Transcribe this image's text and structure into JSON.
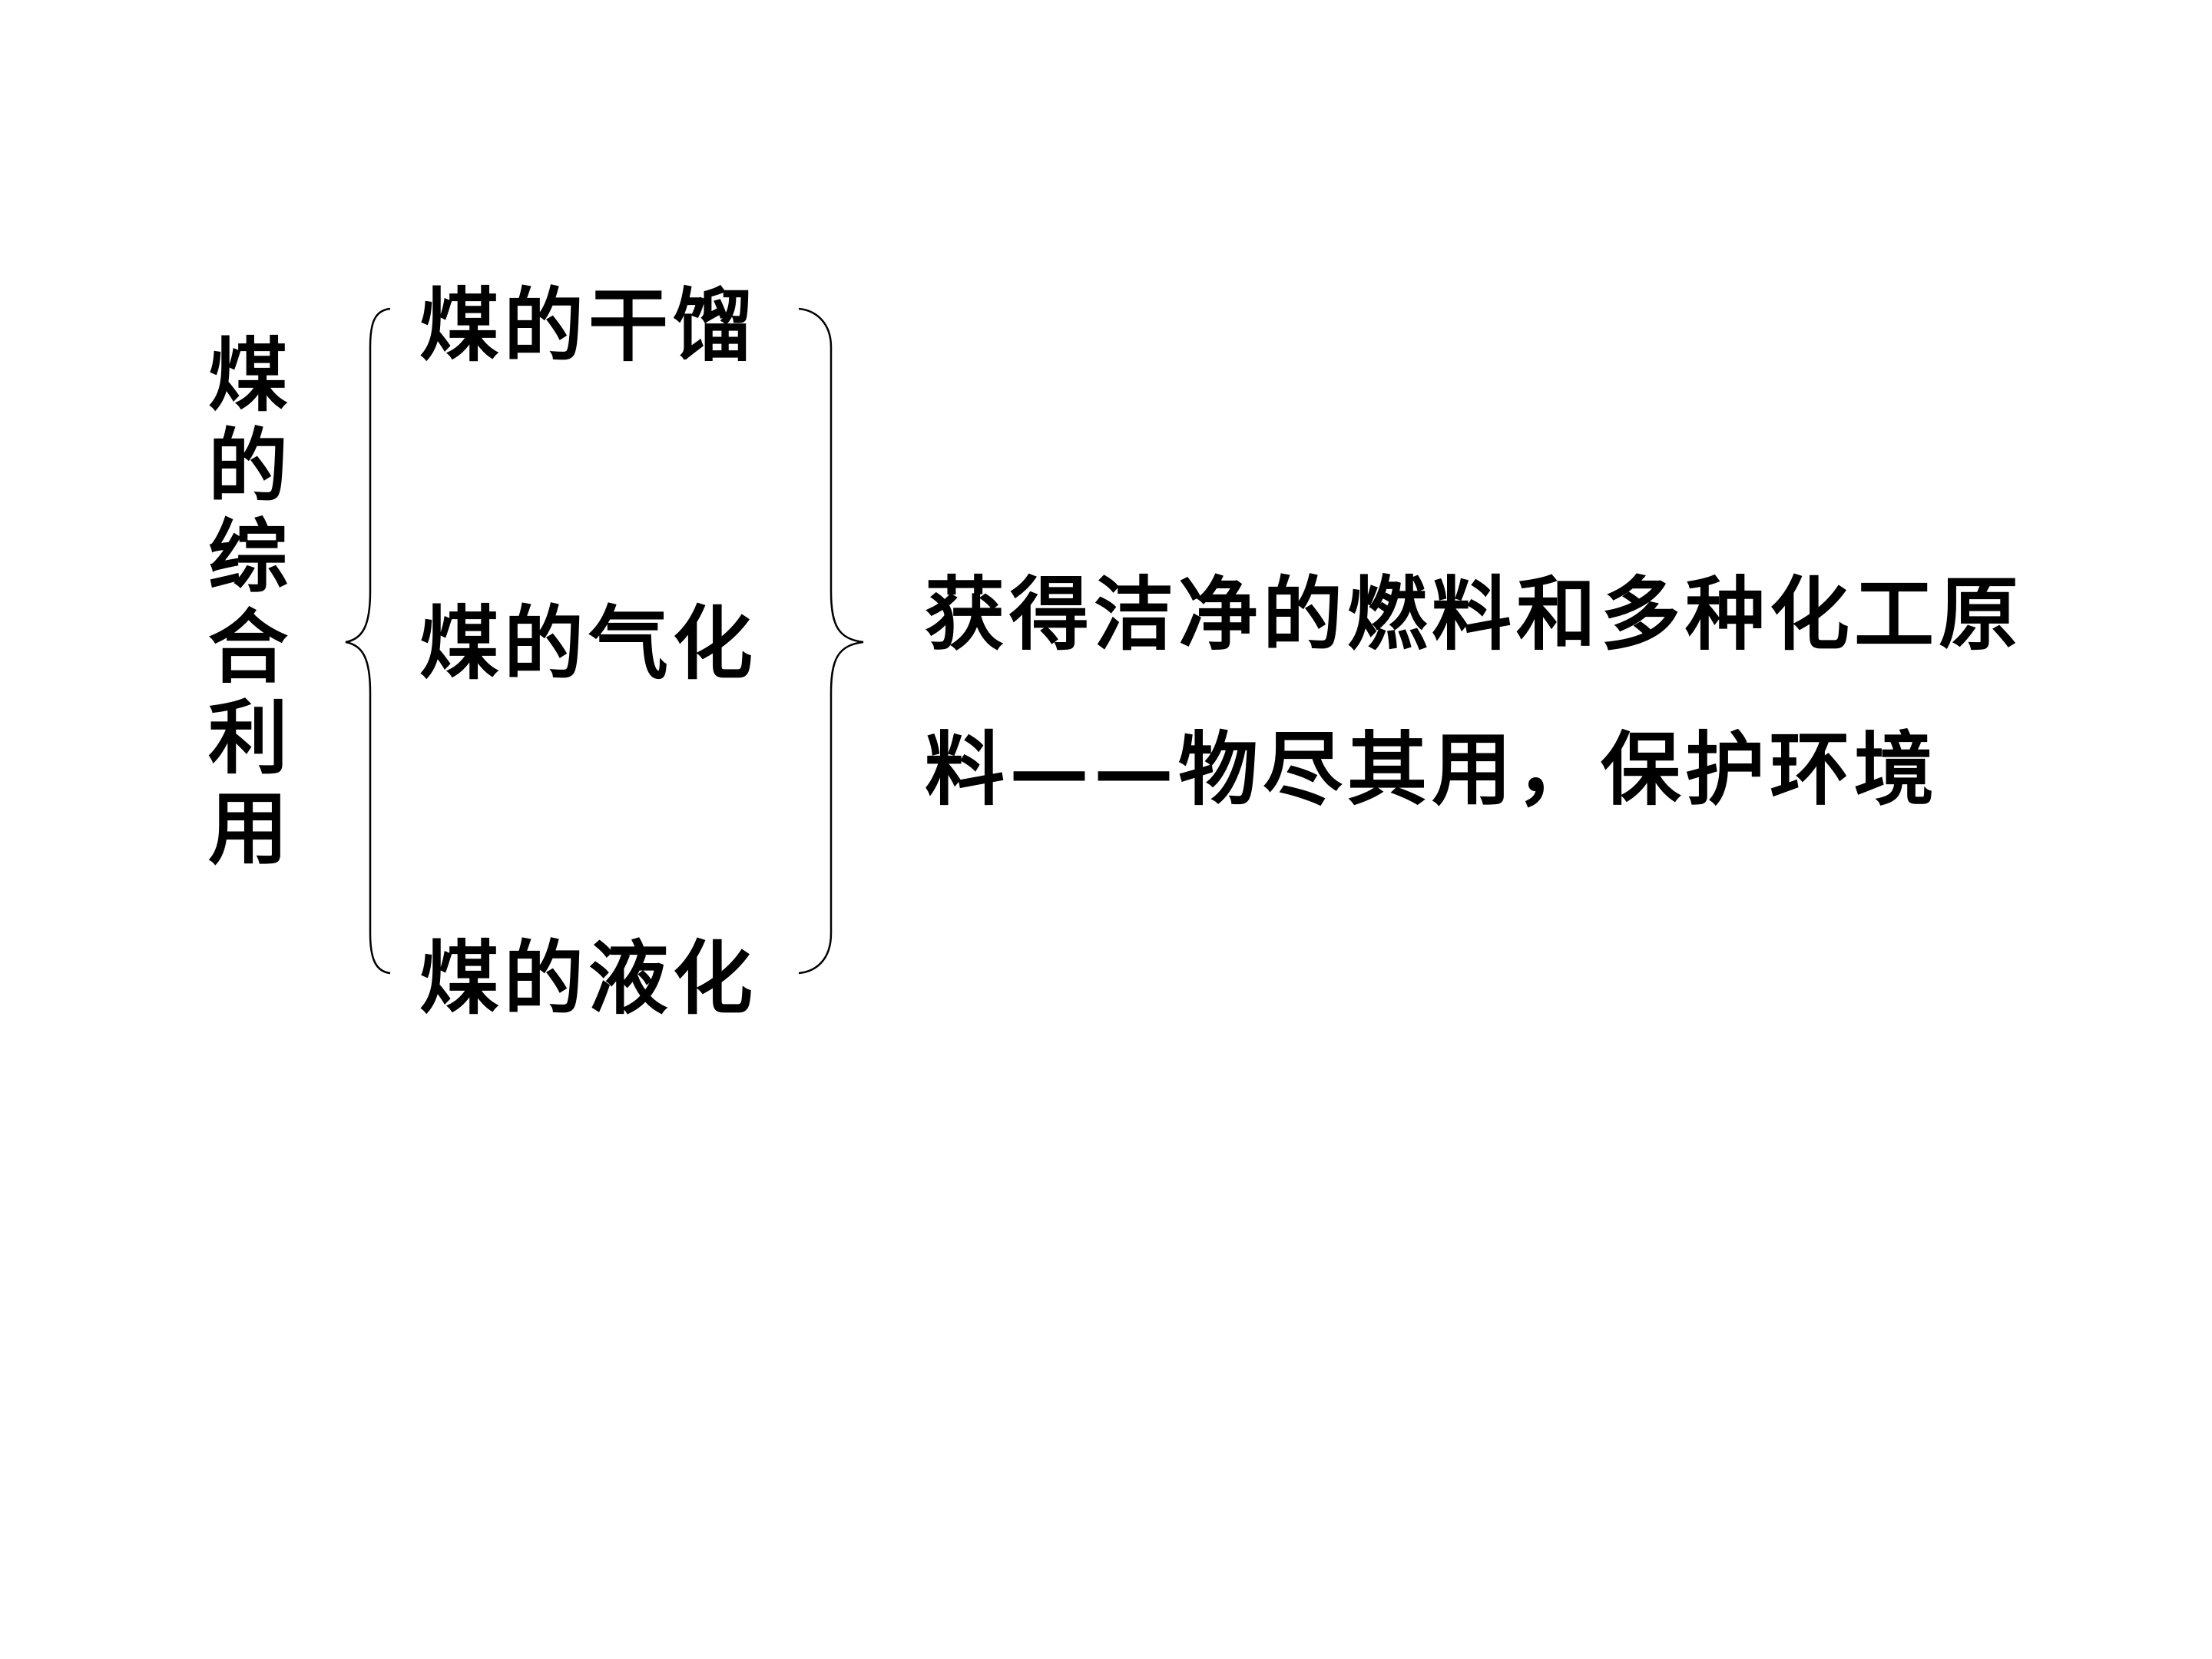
{
  "title": "煤的综合利用",
  "branches": [
    {
      "label": "煤的干馏"
    },
    {
      "label": "煤的气化"
    },
    {
      "label": "煤的液化"
    }
  ],
  "result": {
    "line1": "获得洁净的燃料和多种化工原",
    "line2": "料——物尽其用，保护环境"
  }
}
